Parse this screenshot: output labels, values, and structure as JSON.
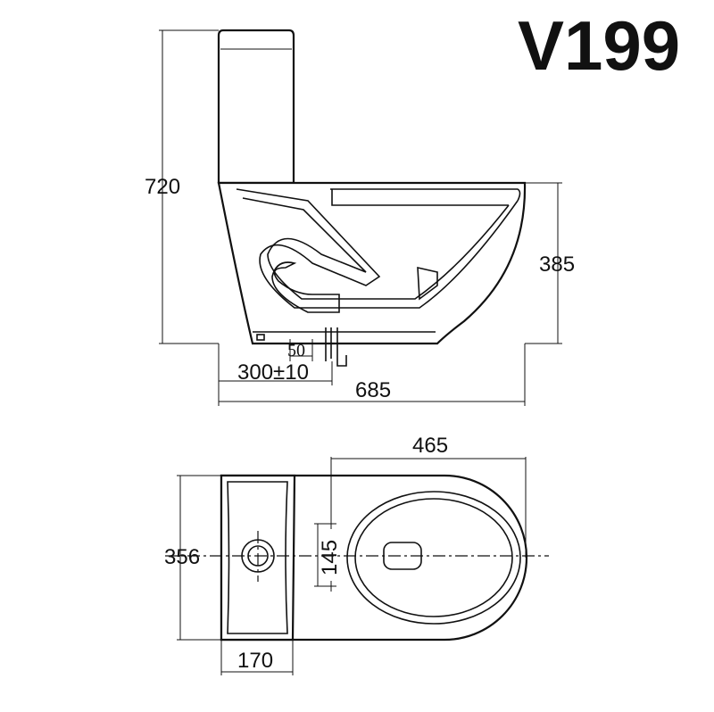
{
  "model": "V199",
  "side_view": {
    "total_height": "720",
    "bowl_height": "385",
    "rough_in": "300±10",
    "outlet_offset": "50",
    "total_length": "685"
  },
  "top_view": {
    "width": "356",
    "bowl_length": "465",
    "bolt_spacing": "145",
    "tank_depth": "170"
  }
}
